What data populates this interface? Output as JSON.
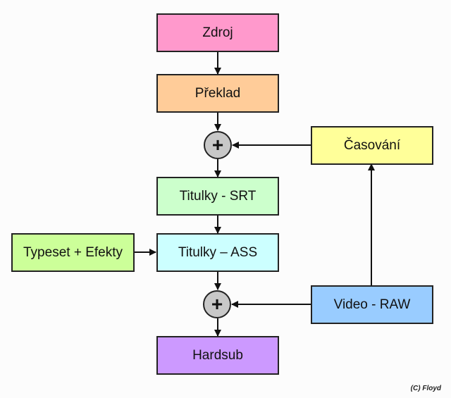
{
  "nodes": {
    "zdroj": {
      "label": "Zdroj",
      "color": "#ff99cc"
    },
    "preklad": {
      "label": "Překlad",
      "color": "#ffcc99"
    },
    "casovani": {
      "label": "Časování",
      "color": "#ffff99"
    },
    "srt": {
      "label": "Titulky - SRT",
      "color": "#ccffcc"
    },
    "ass": {
      "label": "Titulky – ASS",
      "color": "#ccffff"
    },
    "typeset": {
      "label": "Typeset + Efekty",
      "color": "#ccff99"
    },
    "video": {
      "label": "Video - RAW",
      "color": "#99ccff"
    },
    "hardsub": {
      "label": "Hardsub",
      "color": "#cc99ff"
    }
  },
  "junctions": {
    "merge1": {
      "symbol": "+"
    },
    "merge2": {
      "symbol": "+"
    }
  },
  "edges": [
    {
      "from": "zdroj",
      "to": "preklad"
    },
    {
      "from": "preklad",
      "to": "merge1"
    },
    {
      "from": "casovani",
      "to": "merge1"
    },
    {
      "from": "merge1",
      "to": "srt"
    },
    {
      "from": "srt",
      "to": "ass"
    },
    {
      "from": "typeset",
      "to": "ass"
    },
    {
      "from": "ass",
      "to": "merge2"
    },
    {
      "from": "video",
      "to": "merge2"
    },
    {
      "from": "video",
      "to": "casovani"
    },
    {
      "from": "merge2",
      "to": "hardsub"
    }
  ],
  "copyright": "(C) Floyd"
}
